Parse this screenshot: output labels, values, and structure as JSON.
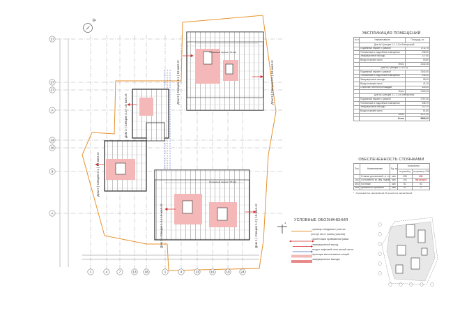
{
  "north": "N",
  "plan": {
    "buildings": [
      {
        "id": "b3s1",
        "label": "Дом 3 | Секция 3.1 | 18 жил.эт."
      },
      {
        "id": "b3s2",
        "label": "Дом 3 | Секция 3.2 | 18 жил.эт."
      },
      {
        "id": "b2s2",
        "label": "Дом 2 | Секция 2.2 | 15 жил.эт."
      },
      {
        "id": "b2s1",
        "label": "Дом 2 | Секция 2.1 | 15 жил.эт."
      },
      {
        "id": "b1s1",
        "label": "Дом 1 | Секция 1.1 | 15 жил.эт."
      },
      {
        "id": "b1s2",
        "label": "Дом 1 | Секция 1.2 | 15 жил.эт."
      }
    ],
    "parking_labels": [
      "Подземный паркинг | 69 м/м",
      "Подземный паркинг | 98 м/м"
    ],
    "axes_left": [
      "17",
      "27",
      "А",
      "24",
      "16",
      "9",
      "A"
    ],
    "axes_bottom": [
      "1",
      "4",
      "7",
      "13",
      "18",
      "1",
      "4",
      "13",
      "16",
      "19",
      "24"
    ],
    "section_mark": "1"
  },
  "explication": {
    "title": "ЭКСПЛИКАЦИЯ ПОМЕЩЕНИЙ",
    "headers": [
      "№ п/п",
      "Наименование",
      "Площадь, м²"
    ],
    "sections": [
      {
        "title": "Дом №1 (секции 1.1, 1.2 и благоустрой.",
        "rows": [
          [
            "Подземный паркинг с рампой",
            "2711,76"
          ],
          [
            "Технические и подсобные помещения",
            "238,90"
          ],
          [
            "Эвакуационные выходы",
            "137,80"
          ],
          [
            "Входы в жилую часть",
            "53,80"
          ]
        ],
        "total": [
          "Итого",
          "3132,26"
        ]
      },
      {
        "title": "Дом №2 (секции 2.1 и 2.2)",
        "rows": [
          [
            "Подземный паркинг с рампой",
            "2343,00"
          ],
          [
            "Технические и подсобные помещения",
            "238,30"
          ],
          [
            "Эвакуационные выходы",
            "98,00"
          ],
          [
            "Входы в жилую часть",
            "41,20"
          ],
          [
            "Открытые лестничн.площадки",
            "116,20"
          ]
        ],
        "total": [
          "Итого",
          "2163,16"
        ]
      },
      {
        "title": "Дом №3 (секции 3.1, 3.2 и благоустрой.",
        "rows": [
          [
            "Подземный паркинг с рампой",
            "2767,60"
          ],
          [
            "Технические и подсобные помещения",
            "238,70"
          ],
          [
            "Эвакуационные выходы",
            "112,70"
          ],
          [
            "Входы в жилую часть",
            "51,80"
          ]
        ],
        "total": [
          "Итого",
          "3171,00"
        ]
      }
    ],
    "grand_total": [
      "Итого",
      "8866,30"
    ]
  },
  "parking": {
    "title": "ОБЕСПЕЧЕННОСТЬ СТОЯНКАМИ",
    "headers": [
      "Поз.",
      "Наименование",
      "Ед. изм.",
      "по расчёту",
      "по проекту / ГКС"
    ],
    "group_header": "Количество",
    "rows": [
      [
        "",
        "Стоянки для автомоб., в т.ч.:",
        "м/м",
        "498",
        "291"
      ],
      [
        "1АО",
        "Постоянного хр. инд. подземн.",
        "м/м",
        "254",
        "95/134/105"
      ],
      [
        "АКО",
        "Гостевые",
        "м/м",
        "51",
        "51"
      ],
      [
        "АКВ",
        "Временного хранения",
        "м/м",
        "61",
        "0"
      ]
    ],
    "note": "* - Страховой поз. автомобилей, В полной поз. автомобилей"
  },
  "legend": {
    "title": "УСЛОВНЫЕ ОБОЗНАЧЕНИЯ",
    "items": [
      {
        "text": "- граница отводимого участка"
      },
      {
        "text": "(отступ 2м от границ участка)"
      },
      {
        "text": "- ориентация привязанной рамы"
      },
      {
        "text": "- эвакуационный выход"
      },
      {
        "text": "- вход в лифтовой холл жилой части"
      },
      {
        "text": "- проекция многоэтажных секций"
      },
      {
        "text": "- эвакуационные выходы"
      }
    ]
  },
  "colors": {
    "boundary": "#e8912a",
    "pink": "#f4b8b8",
    "red": "#d12a2a",
    "wall": "#2a2a2a"
  }
}
